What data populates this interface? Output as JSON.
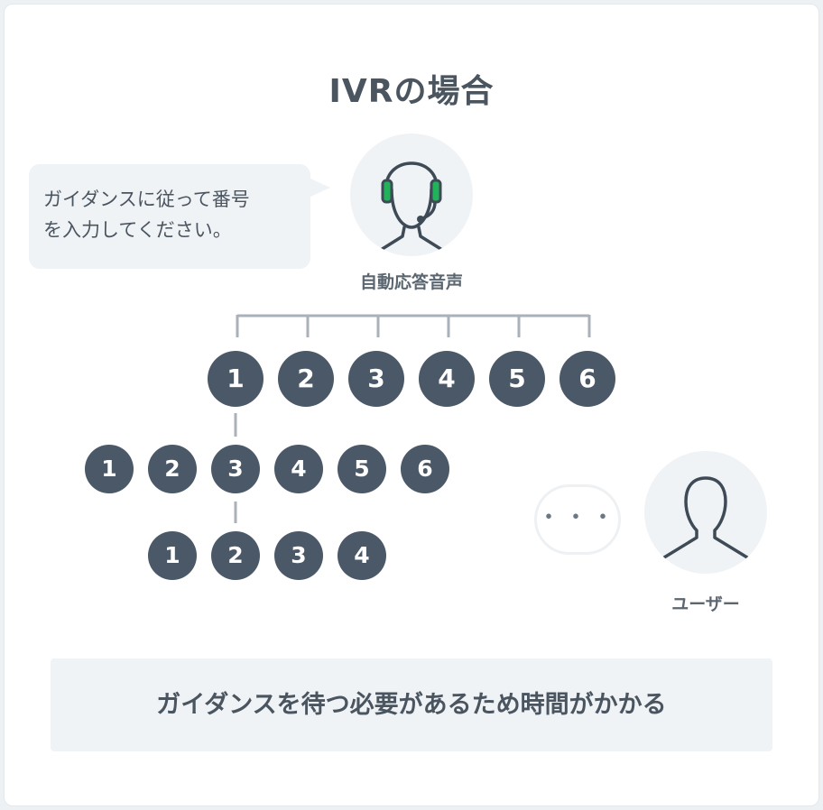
{
  "title": "IVRの場合",
  "bubble": {
    "line1": "ガイダンスに従って番号",
    "line2": "を入力してください。"
  },
  "operator_label": "自動応答音声",
  "user_label": "ユーザー",
  "ellipsis": "・・・",
  "level1": [
    "1",
    "2",
    "3",
    "4",
    "5",
    "6"
  ],
  "level2": [
    "1",
    "2",
    "3",
    "4",
    "5",
    "6"
  ],
  "level3": [
    "1",
    "2",
    "3",
    "4"
  ],
  "footer": "ガイダンスを待つ必要があるため時間がかかる",
  "colors": {
    "node": "#4a5867",
    "headset_accent": "#22b35a",
    "line": "#a9b1b9"
  },
  "icons": [
    "headset-operator-icon",
    "user-silhouette-icon"
  ]
}
